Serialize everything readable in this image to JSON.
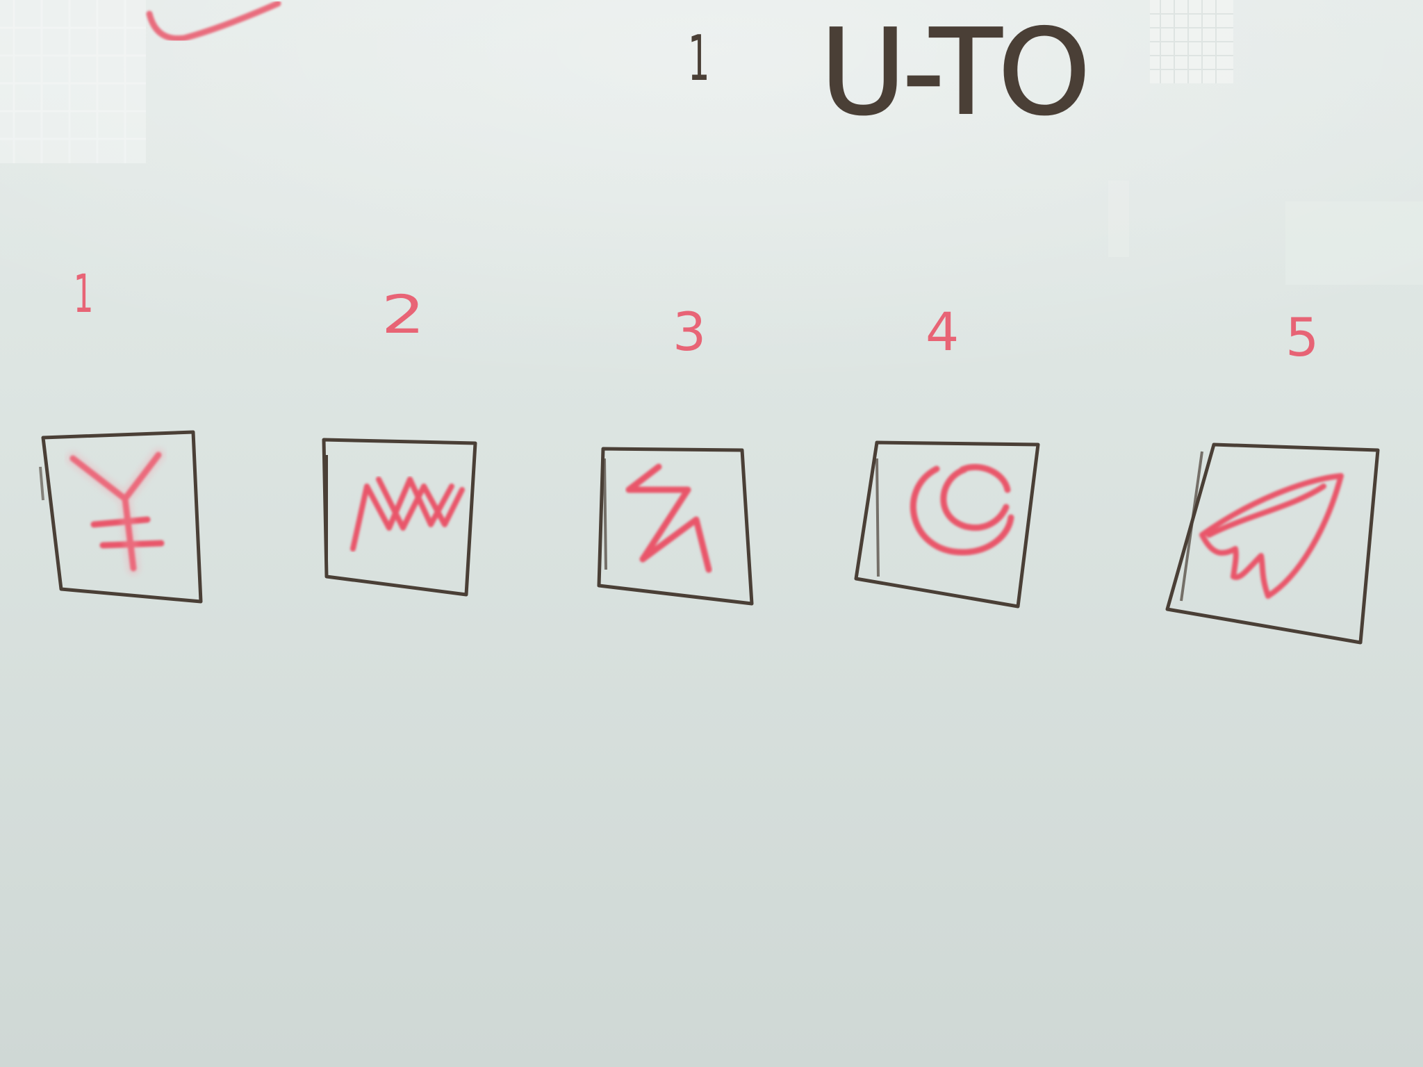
{
  "header": {
    "number": "1",
    "title": "U-TO"
  },
  "options": [
    {
      "label": "1",
      "symbol": "yen-like-icon"
    },
    {
      "label": "2",
      "symbol": "zigzag-waves-icon"
    },
    {
      "label": "3",
      "symbol": "lightning-arrow-icon"
    },
    {
      "label": "4",
      "symbol": "double-crescent-icon"
    },
    {
      "label": "5",
      "symbol": "leaf-wing-icon"
    }
  ],
  "colors": {
    "board": "#dfe6e3",
    "black_marker": "#4a3f36",
    "red_marker": "#e9566a"
  }
}
